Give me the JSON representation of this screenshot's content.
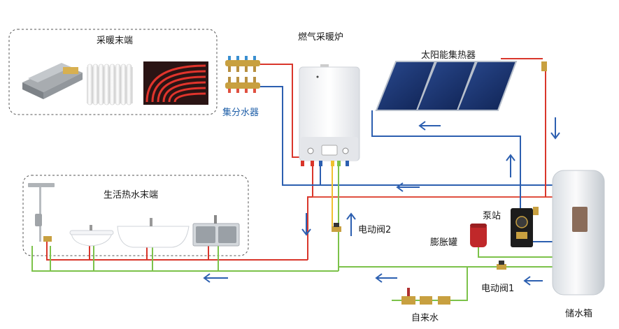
{
  "labels": {
    "heating_terminal": "采暖末端",
    "gas_boiler": "燃气采暖炉",
    "solar_collector": "太阳能集热器",
    "manifold": "集分水器",
    "domestic_hot_water_terminal": "生活热水末端",
    "electric_valve_2": "电动阀2",
    "pump_station": "泵站",
    "expansion_tank": "膨胀罐",
    "electric_valve_1": "电动阀1",
    "tap_water": "自来水",
    "storage_tank": "储水箱"
  },
  "colors": {
    "hot_pipe": "#d9362b",
    "cold_pipe": "#2c5fb0",
    "supply_pipe": "#7cc24a",
    "hot_pipe_dashed": "#e05040",
    "arrow": "#2c5fb0",
    "panel": "#1e3c78",
    "valve": "#c8a040",
    "expansion_tank": "#c0282a"
  }
}
